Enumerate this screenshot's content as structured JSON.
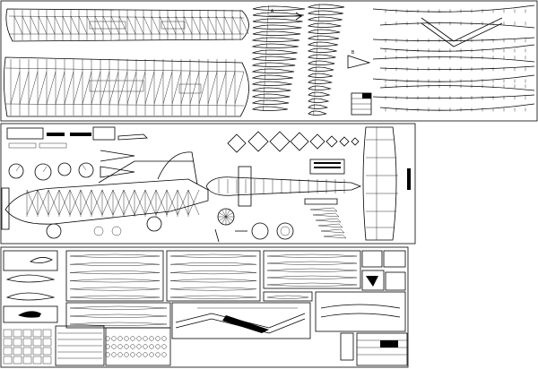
{
  "canvas": {
    "background": "#ffffff",
    "ink": "#000000"
  },
  "sheets": [
    {
      "id": "sheet-1",
      "content": "wing-plan-ribs-spars"
    },
    {
      "id": "sheet-2",
      "content": "fuselage-tail-instruments"
    },
    {
      "id": "sheet-3",
      "content": "parts-templates-formers"
    }
  ],
  "drawing_labels": {
    "arrow_1": "A",
    "arrow_2": "B"
  }
}
